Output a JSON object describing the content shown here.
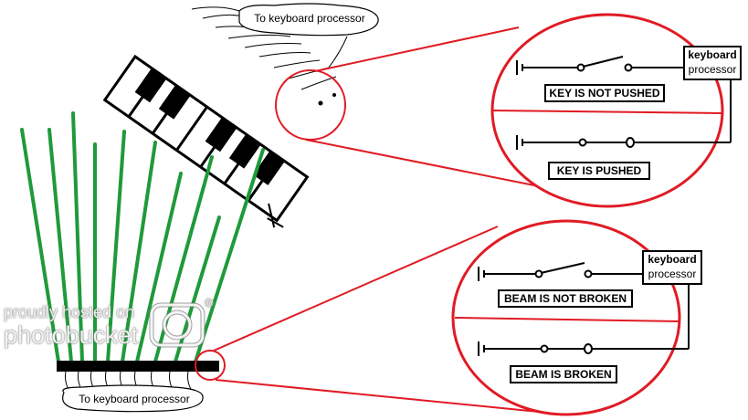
{
  "top_cloud_label": "To keyboard processor",
  "bottom_cloud_label": "To keyboard processor",
  "top_zoom": {
    "processor_line1": "keyboard",
    "processor_line2": "processor",
    "state_open": "KEY IS NOT PUSHED",
    "state_closed": "KEY IS PUSHED"
  },
  "bottom_zoom": {
    "processor_line1": "keyboard",
    "processor_line2": "processor",
    "state_open": "BEAM IS NOT BROKEN",
    "state_closed": "BEAM IS BROKEN"
  },
  "watermark": {
    "line1": "proudly hosted on",
    "line2": "photobucket",
    "mark": "®"
  },
  "colors": {
    "ink": "#000000",
    "zoom_circle": "#e01b24",
    "laser_beam": "#1f9a3a"
  }
}
